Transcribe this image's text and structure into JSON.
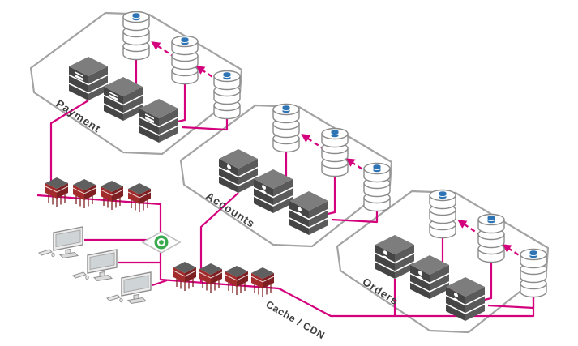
{
  "diagram": {
    "type": "isometric-architecture-diagram",
    "clusters": [
      {
        "label": "Payment",
        "server_count": 3,
        "database_count": 3,
        "server_icon": "payment-server-icon",
        "database_icon": "database-stack-icon",
        "replication_arrows": 2
      },
      {
        "label": "Accounts",
        "server_count": 3,
        "database_count": 3,
        "server_icon": "user-server-icon",
        "database_icon": "database-stack-icon",
        "replication_arrows": 2
      },
      {
        "label": "Orders",
        "server_count": 3,
        "database_count": 3,
        "server_icon": "user-server-icon",
        "database_icon": "database-stack-icon",
        "replication_arrows": 2
      }
    ],
    "edge_layer": {
      "label": "Cache / CDN",
      "rack_rows": 2,
      "racks_per_row": 4,
      "workstation_count": 3,
      "gateway_icon": "gateway-node-icon",
      "workstation_icon": "workstation-monitor-icon",
      "rack_icon": "rack-unit-icon"
    },
    "colors": {
      "connector": "#d4017d",
      "platform_stroke": "#a3a3a3",
      "server_dark": "#454545",
      "server_mid": "#5a5a5a",
      "server_top": "#7d7d7d",
      "database_accent": "#2e74b5",
      "rack_red": "#a22c2c",
      "rack_red_dark": "#7e1f22",
      "gateway_green": "#3aaa4e",
      "label_text": "#3f3f3f"
    }
  }
}
